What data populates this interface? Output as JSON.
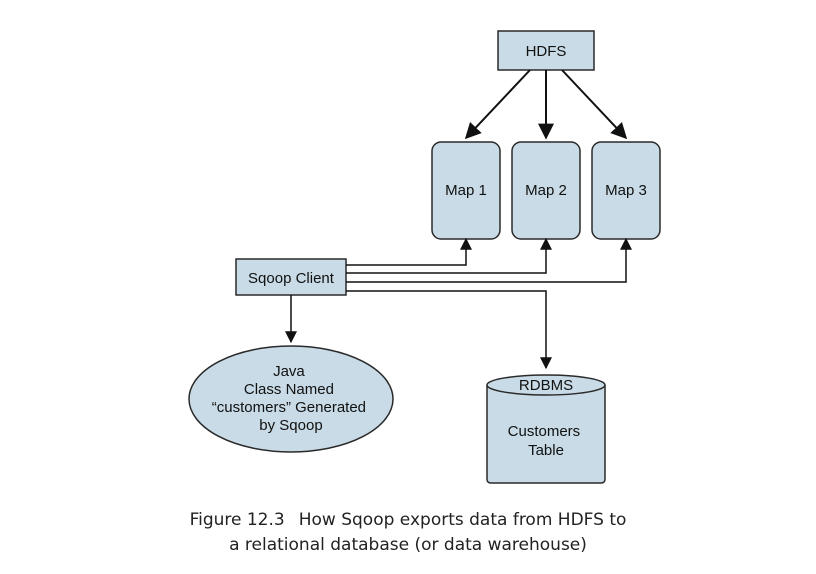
{
  "colors": {
    "fill": "#c8dbe6",
    "stroke": "#2a2a2a",
    "arrow": "#111111"
  },
  "nodes": {
    "hdfs": "HDFS",
    "map1": "Map 1",
    "map2": "Map 2",
    "map3": "Map 3",
    "sqoop_client": "Sqoop Client",
    "java_class": [
      "Java",
      "Class Named",
      "“customers” Generated",
      "by Sqoop"
    ],
    "rdbms_title": "RDBMS",
    "rdbms_table": [
      "Customers",
      "Table"
    ]
  },
  "caption": {
    "label": "Figure 12.3",
    "line1": "How Sqoop exports data from HDFS to",
    "line2": "a relational database (or data warehouse)"
  }
}
